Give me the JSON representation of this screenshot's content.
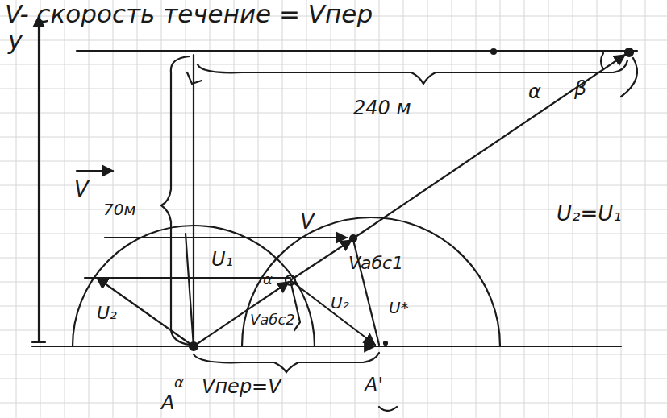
{
  "diagram": {
    "labels": [
      "V- скорость течение = Vпер",
      "y",
      "240 м",
      "α",
      "β",
      "U₂=U₁",
      "V",
      "70м",
      "V",
      "U₁",
      "α",
      "Vабс1",
      "U₂",
      "U*",
      "U₂",
      "Vабс2",
      "α",
      "Vпер=V",
      "A",
      "A'"
    ]
  }
}
